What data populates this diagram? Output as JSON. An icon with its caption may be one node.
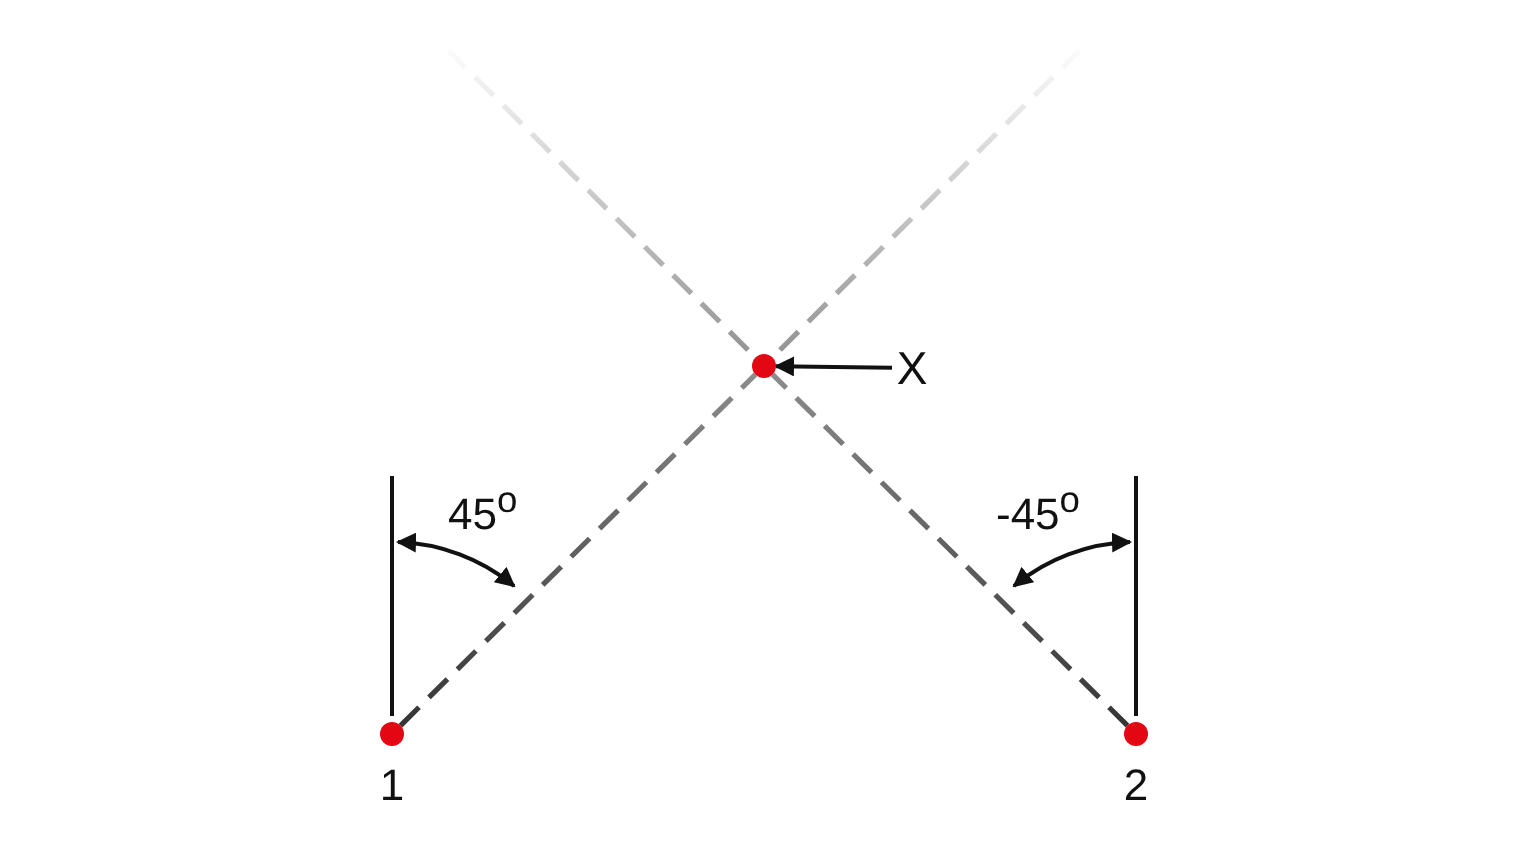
{
  "diagram": {
    "nodes": [
      {
        "text": [],
        "shape": "circle",
        "beside": [
          "1"
        ]
      },
      {
        "text": [],
        "shape": "circle",
        "beside": [
          "2"
        ]
      },
      {
        "text": [],
        "shape": "circle"
      },
      {
        "text": [
          "X"
        ]
      }
    ],
    "edges": [
      {
        "from": 0,
        "to": 2,
        "arrow": "none",
        "style": "dashed"
      },
      {
        "from": 1,
        "to": 2,
        "arrow": "none",
        "style": "dashed"
      },
      {
        "from": 3,
        "to": 2,
        "arrow": "to"
      }
    ],
    "labels": [
      "45$^{o}$",
      "-45$^{o}$"
    ]
  }
}
